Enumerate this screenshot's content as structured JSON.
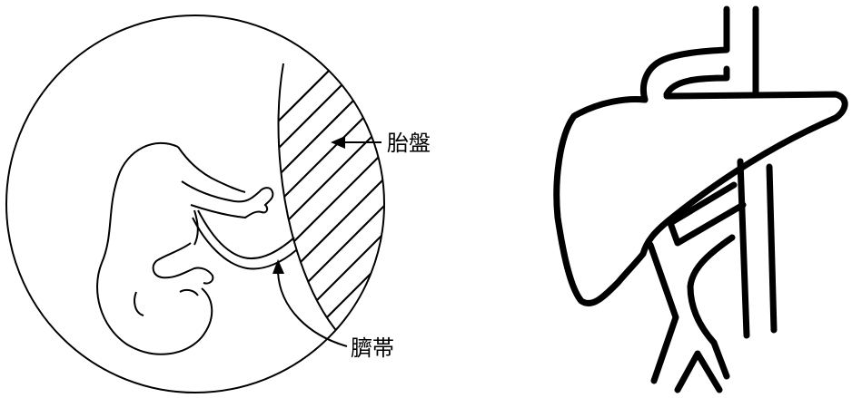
{
  "left_figure": {
    "labels": {
      "placenta": "胎盤",
      "umbilical_cord": "臍帯"
    }
  },
  "right_figure": {},
  "colors": {
    "ink": "#000000",
    "background": "#ffffff"
  },
  "icons": [
    "fetus-drawing",
    "placenta-hatch",
    "arrow",
    "liver-vessel-drawing"
  ]
}
